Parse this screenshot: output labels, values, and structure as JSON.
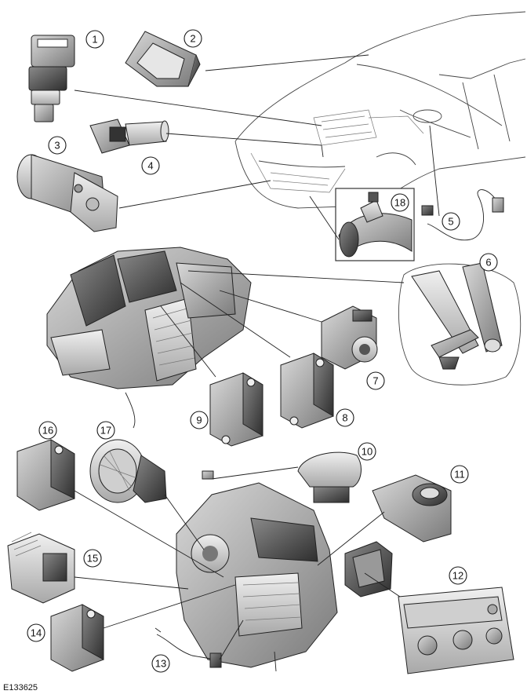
{
  "document_id": "E133625",
  "callouts": [
    {
      "label": "1"
    },
    {
      "label": "2"
    },
    {
      "label": "3"
    },
    {
      "label": "4"
    },
    {
      "label": "5"
    },
    {
      "label": "6"
    },
    {
      "label": "7"
    },
    {
      "label": "8"
    },
    {
      "label": "9"
    },
    {
      "label": "10"
    },
    {
      "label": "11"
    },
    {
      "label": "12"
    },
    {
      "label": "13"
    },
    {
      "label": "14"
    },
    {
      "label": "15"
    },
    {
      "label": "16"
    },
    {
      "label": "17"
    },
    {
      "label": "18"
    }
  ]
}
